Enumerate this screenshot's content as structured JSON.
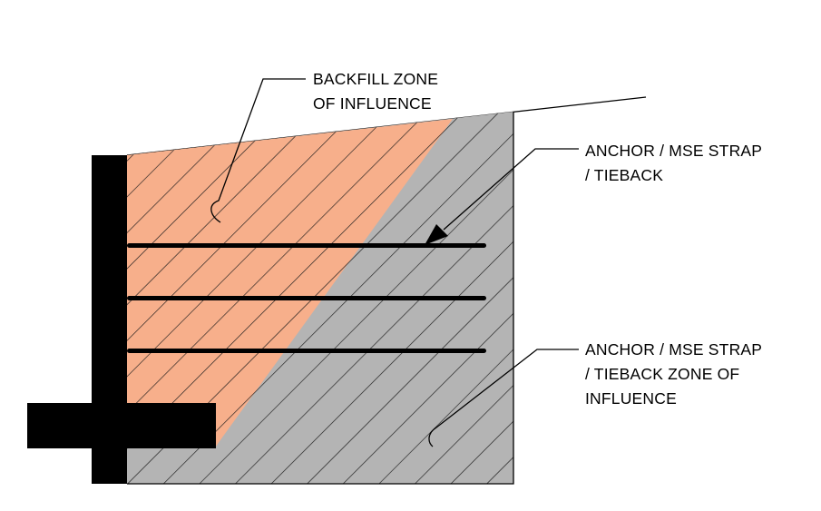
{
  "labels": {
    "backfill_zone": [
      "BACKFILL ZONE",
      "OF INFLUENCE"
    ],
    "anchor": [
      "ANCHOR / MSE STRAP",
      "/ TIEBACK"
    ],
    "anchor_zone": [
      "ANCHOR / MSE STRAP",
      "/ TIEBACK ZONE OF",
      "INFLUENCE"
    ]
  },
  "colors": {
    "backfill_zone_fill": "#F7AF8B",
    "anchor_zone_fill": "#B4B4B4",
    "hatch": "#1a1a1a",
    "wall": "#000000"
  }
}
